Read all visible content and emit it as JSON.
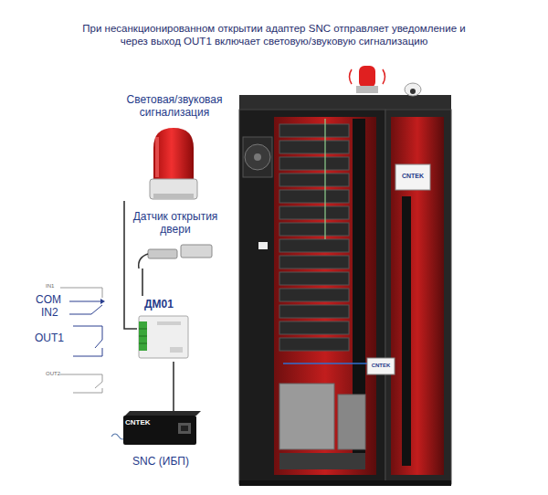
{
  "diagram": {
    "title": "При несанкционированном открытии адаптер SNC отправляет уведомление и через выход OUT1 включает световую/звуковую сигнализацию",
    "nodes": [
      {
        "text": [
          "Световая/звуковая сигнализация"
        ]
      },
      {
        "text": [
          "Датчик открытия двери"
        ]
      },
      {
        "text": [
          "ДМ01"
        ]
      },
      {
        "text": [
          "CNTEK",
          "SNC (ИБП)"
        ]
      }
    ],
    "edges": [
      {
        "from": 0,
        "to": 2,
        "arrow": "none"
      },
      {
        "from": 1,
        "to": 2,
        "arrow": "none"
      },
      {
        "from": 2,
        "to": 3,
        "arrow": "none"
      }
    ],
    "labels": [
      "IN1",
      "COM",
      "IN2",
      "OUT1",
      "OUT2",
      "CNTEK",
      "CNTEK"
    ]
  }
}
